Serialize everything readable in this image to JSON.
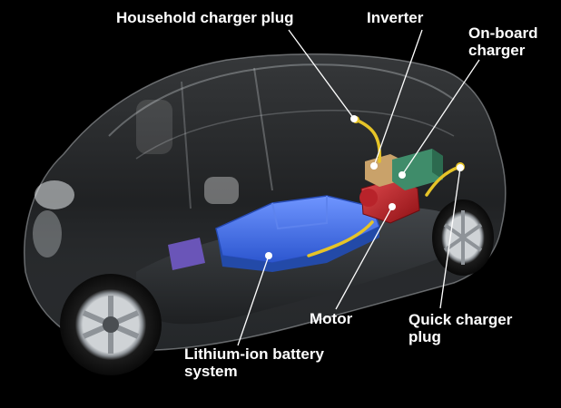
{
  "labels": {
    "household_charger_plug": "Household charger plug",
    "inverter": "Inverter",
    "onboard_charger": "On-board\ncharger",
    "motor": "Motor",
    "quick_charger_plug": "Quick charger\nplug",
    "lithium_ion_battery_system": "Lithium-ion battery\nsystem"
  },
  "colors": {
    "background": "#000000",
    "label_text": "#ffffff",
    "leader_line": "#ffffff",
    "battery": "#3f6fe8",
    "motor": "#c41e24",
    "inverter": "#c9a26a",
    "onboard_charger": "#3f8c6a",
    "charging_cable": "#e6c428",
    "aux_battery": "#6a55b8"
  }
}
